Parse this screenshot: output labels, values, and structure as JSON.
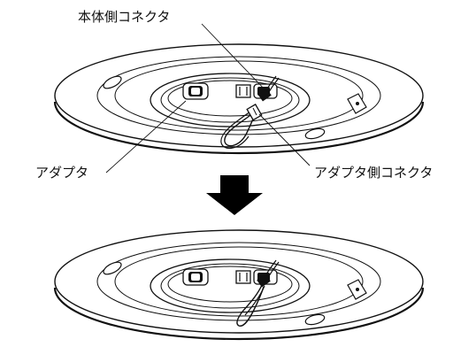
{
  "labels": {
    "body_connector": "本体側コネクタ",
    "adapter": "アダプタ",
    "adapter_connector": "アダプタ側コネクタ"
  },
  "colors": {
    "stroke": "#111111",
    "fill": "#ffffff",
    "arrow": "#000000"
  }
}
